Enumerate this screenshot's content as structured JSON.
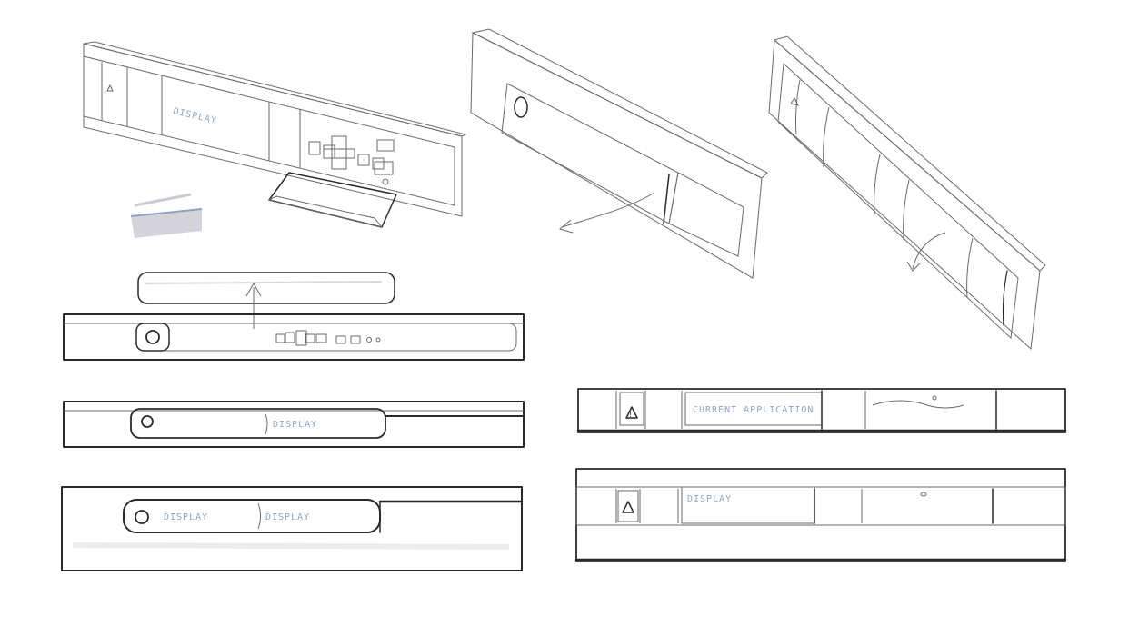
{
  "sketch": {
    "display_text_1": "DISPLAY",
    "display_text_2": "DISPLAY",
    "display_text_3": "CURRENT APPLICATION",
    "display_text_4": "DISPLAY",
    "display_text_5": "DISPLAY",
    "warning_symbol": "!"
  },
  "colors": {
    "ink": "#2a2a2a",
    "pencil": "#8a8a8a",
    "marker_light": "#e6e6e8",
    "marker_mid": "#c9c7cc",
    "marker_dark": "#aeacb2",
    "lcd_blue": "#8fa6c8",
    "lcd_panel": "#b9b9c4"
  }
}
